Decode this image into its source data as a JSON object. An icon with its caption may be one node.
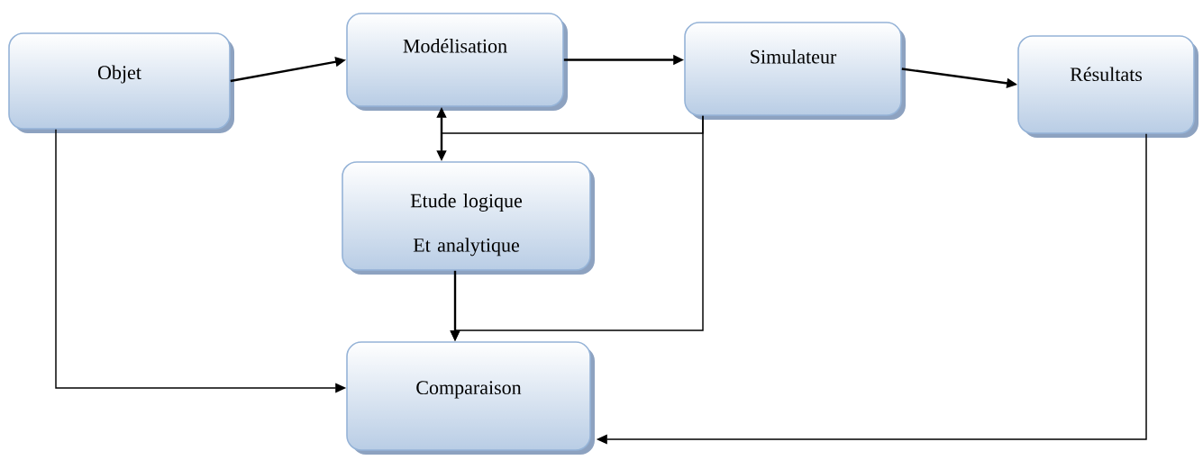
{
  "diagram": {
    "nodes": [
      {
        "text": [
          "Objet"
        ]
      },
      {
        "text": [
          "Modélisation"
        ]
      },
      {
        "text": [
          "Simulateur"
        ]
      },
      {
        "text": [
          "Résultats"
        ]
      },
      {
        "text": [
          "Etude logique Et analytique"
        ]
      },
      {
        "text": [
          "Comparaison"
        ]
      }
    ],
    "edges": [
      {
        "from": 0,
        "to": 1,
        "arrow": "to"
      },
      {
        "from": 1,
        "to": 2,
        "arrow": "to"
      },
      {
        "from": 2,
        "to": 3,
        "arrow": "to"
      },
      {
        "from": 1,
        "to": 4,
        "arrow": "both"
      },
      {
        "from": 2,
        "to": null,
        "arrow": "none"
      },
      {
        "from": 4,
        "to": 5,
        "arrow": "to"
      },
      {
        "from": 2,
        "to": 5,
        "arrow": "to"
      },
      {
        "from": 0,
        "to": 5,
        "arrow": "to"
      },
      {
        "from": 3,
        "to": 5,
        "arrow": "to"
      }
    ]
  }
}
